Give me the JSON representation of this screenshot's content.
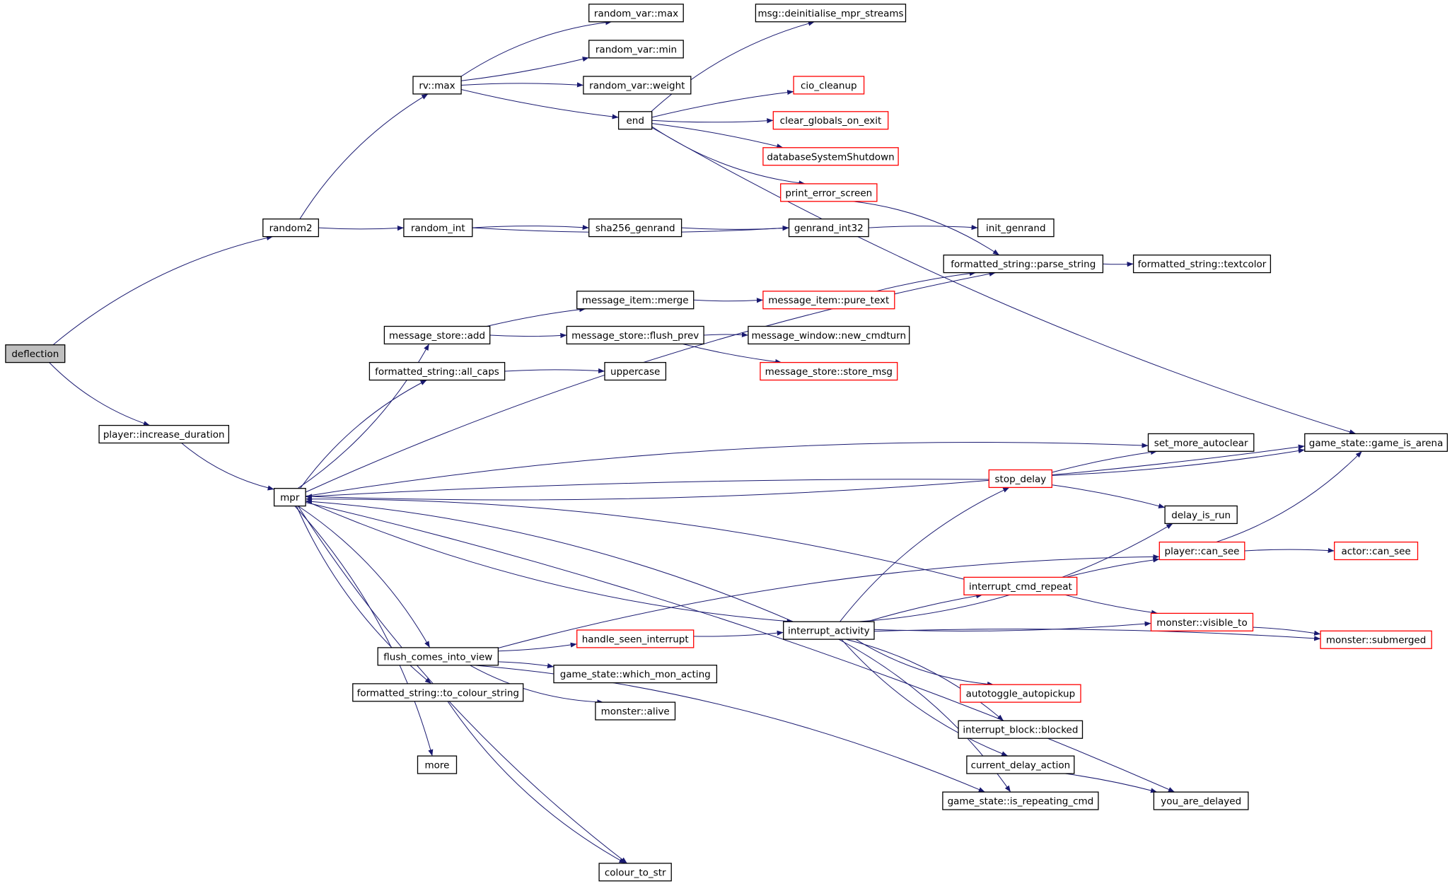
{
  "diagram": {
    "type": "call-graph",
    "colors": {
      "edge": "#191970",
      "node_border_default": "#000000",
      "node_border_undocumented": "#ff0000",
      "root_fill": "#bfbfbf",
      "background": "#ffffff"
    },
    "nodes": {
      "deflection": {
        "label": "deflection",
        "style": "root"
      },
      "random2": {
        "label": "random2",
        "style": "black"
      },
      "player_increase_duration": {
        "label": "player::increase_duration",
        "style": "black"
      },
      "rv_max": {
        "label": "rv::max",
        "style": "black"
      },
      "random_int": {
        "label": "random_int",
        "style": "black"
      },
      "mpr": {
        "label": "mpr",
        "style": "black"
      },
      "random_var_max": {
        "label": "random_var::max",
        "style": "black"
      },
      "random_var_min": {
        "label": "random_var::min",
        "style": "black"
      },
      "random_var_weight": {
        "label": "random_var::weight",
        "style": "black"
      },
      "end": {
        "label": "end",
        "style": "black"
      },
      "msg_deinitialise": {
        "label": "msg::deinitialise_mpr_streams",
        "style": "black"
      },
      "cio_cleanup": {
        "label": "cio_cleanup",
        "style": "red"
      },
      "clear_globals": {
        "label": "clear_globals_on_exit",
        "style": "red"
      },
      "database_shutdown": {
        "label": "databaseSystemShutdown",
        "style": "red"
      },
      "print_error_screen": {
        "label": "print_error_screen",
        "style": "red"
      },
      "sha256_genrand": {
        "label": "sha256_genrand",
        "style": "black"
      },
      "genrand_int32": {
        "label": "genrand_int32",
        "style": "black"
      },
      "init_genrand": {
        "label": "init_genrand",
        "style": "black"
      },
      "parse_string": {
        "label": "formatted_string::parse_string",
        "style": "black"
      },
      "textcolor": {
        "label": "formatted_string::textcolor",
        "style": "black"
      },
      "message_item_merge": {
        "label": "message_item::merge",
        "style": "black"
      },
      "message_item_pure_text": {
        "label": "message_item::pure_text",
        "style": "red"
      },
      "message_store_add": {
        "label": "message_store::add",
        "style": "black"
      },
      "message_store_flush_prev": {
        "label": "message_store::flush_prev",
        "style": "black"
      },
      "message_window_new_cmdturn": {
        "label": "message_window::new_cmdturn",
        "style": "black"
      },
      "message_store_store_msg": {
        "label": "message_store::store_msg",
        "style": "red"
      },
      "all_caps": {
        "label": "formatted_string::all_caps",
        "style": "black"
      },
      "uppercase": {
        "label": "uppercase",
        "style": "black"
      },
      "game_is_arena": {
        "label": "game_state::game_is_arena",
        "style": "black"
      },
      "set_more_autoclear": {
        "label": "set_more_autoclear",
        "style": "black"
      },
      "stop_delay": {
        "label": "stop_delay",
        "style": "red"
      },
      "delay_is_run": {
        "label": "delay_is_run",
        "style": "black"
      },
      "player_can_see": {
        "label": "player::can_see",
        "style": "red"
      },
      "actor_can_see": {
        "label": "actor::can_see",
        "style": "red"
      },
      "interrupt_cmd_repeat": {
        "label": "interrupt_cmd_repeat",
        "style": "red"
      },
      "monster_visible_to": {
        "label": "monster::visible_to",
        "style": "red"
      },
      "monster_submerged": {
        "label": "monster::submerged",
        "style": "red"
      },
      "interrupt_activity": {
        "label": "interrupt_activity",
        "style": "black"
      },
      "handle_seen_interrupt": {
        "label": "handle_seen_interrupt",
        "style": "red"
      },
      "flush_comes_into_view": {
        "label": "flush_comes_into_view",
        "style": "black"
      },
      "which_mon_acting": {
        "label": "game_state::which_mon_acting",
        "style": "black"
      },
      "monster_alive": {
        "label": "monster::alive",
        "style": "black"
      },
      "to_colour_string": {
        "label": "formatted_string::to_colour_string",
        "style": "black"
      },
      "autotoggle_autopickup": {
        "label": "autotoggle_autopickup",
        "style": "red"
      },
      "interrupt_block_blocked": {
        "label": "interrupt_block::blocked",
        "style": "black"
      },
      "current_delay_action": {
        "label": "current_delay_action",
        "style": "black"
      },
      "is_repeating_cmd": {
        "label": "game_state::is_repeating_cmd",
        "style": "black"
      },
      "you_are_delayed": {
        "label": "you_are_delayed",
        "style": "black"
      },
      "more": {
        "label": "more",
        "style": "black"
      },
      "colour_to_str": {
        "label": "colour_to_str",
        "style": "black"
      }
    },
    "edges": [
      [
        "deflection",
        "random2"
      ],
      [
        "deflection",
        "player_increase_duration"
      ],
      [
        "random2",
        "rv_max"
      ],
      [
        "random2",
        "random_int"
      ],
      [
        "rv_max",
        "random_var_max"
      ],
      [
        "rv_max",
        "random_var_min"
      ],
      [
        "rv_max",
        "random_var_weight"
      ],
      [
        "rv_max",
        "end"
      ],
      [
        "end",
        "msg_deinitialise"
      ],
      [
        "end",
        "game_is_arena"
      ],
      [
        "end",
        "cio_cleanup"
      ],
      [
        "end",
        "clear_globals"
      ],
      [
        "end",
        "database_shutdown"
      ],
      [
        "end",
        "print_error_screen"
      ],
      [
        "print_error_screen",
        "parse_string"
      ],
      [
        "random_int",
        "genrand_int32"
      ],
      [
        "random_int",
        "sha256_genrand"
      ],
      [
        "sha256_genrand",
        "genrand_int32"
      ],
      [
        "genrand_int32",
        "init_genrand"
      ],
      [
        "parse_string",
        "textcolor"
      ],
      [
        "message_item_pure_text",
        "parse_string"
      ],
      [
        "message_item_merge",
        "message_item_pure_text"
      ],
      [
        "message_store_add",
        "message_item_merge"
      ],
      [
        "message_store_add",
        "message_store_flush_prev"
      ],
      [
        "message_store_flush_prev",
        "message_window_new_cmdturn"
      ],
      [
        "message_store_flush_prev",
        "message_store_store_msg"
      ],
      [
        "all_caps",
        "uppercase"
      ],
      [
        "player_increase_duration",
        "mpr"
      ],
      [
        "mpr",
        "parse_string"
      ],
      [
        "mpr",
        "message_store_add"
      ],
      [
        "mpr",
        "all_caps"
      ],
      [
        "mpr",
        "game_is_arena"
      ],
      [
        "mpr",
        "set_more_autoclear"
      ],
      [
        "mpr",
        "interrupt_activity"
      ],
      [
        "mpr",
        "flush_comes_into_view"
      ],
      [
        "mpr",
        "to_colour_string"
      ],
      [
        "mpr",
        "more"
      ],
      [
        "mpr",
        "colour_to_str"
      ],
      [
        "mpr",
        "you_are_delayed"
      ],
      [
        "stop_delay",
        "mpr"
      ],
      [
        "stop_delay",
        "set_more_autoclear"
      ],
      [
        "stop_delay",
        "game_is_arena"
      ],
      [
        "stop_delay",
        "delay_is_run"
      ],
      [
        "player_can_see",
        "game_is_arena"
      ],
      [
        "player_can_see",
        "actor_can_see"
      ],
      [
        "interrupt_cmd_repeat",
        "mpr"
      ],
      [
        "interrupt_cmd_repeat",
        "player_can_see"
      ],
      [
        "interrupt_cmd_repeat",
        "monster_visible_to"
      ],
      [
        "monster_visible_to",
        "monster_submerged"
      ],
      [
        "interrupt_activity",
        "mpr"
      ],
      [
        "interrupt_activity",
        "stop_delay"
      ],
      [
        "interrupt_activity",
        "delay_is_run"
      ],
      [
        "interrupt_activity",
        "interrupt_cmd_repeat"
      ],
      [
        "interrupt_activity",
        "monster_visible_to"
      ],
      [
        "interrupt_activity",
        "monster_submerged"
      ],
      [
        "interrupt_activity",
        "autotoggle_autopickup"
      ],
      [
        "interrupt_activity",
        "interrupt_block_blocked"
      ],
      [
        "interrupt_activity",
        "current_delay_action"
      ],
      [
        "interrupt_activity",
        "is_repeating_cmd"
      ],
      [
        "handle_seen_interrupt",
        "interrupt_activity"
      ],
      [
        "flush_comes_into_view",
        "player_can_see"
      ],
      [
        "flush_comes_into_view",
        "handle_seen_interrupt"
      ],
      [
        "flush_comes_into_view",
        "which_mon_acting"
      ],
      [
        "flush_comes_into_view",
        "monster_alive"
      ],
      [
        "flush_comes_into_view",
        "is_repeating_cmd"
      ],
      [
        "to_colour_string",
        "colour_to_str"
      ],
      [
        "current_delay_action",
        "you_are_delayed"
      ]
    ]
  }
}
